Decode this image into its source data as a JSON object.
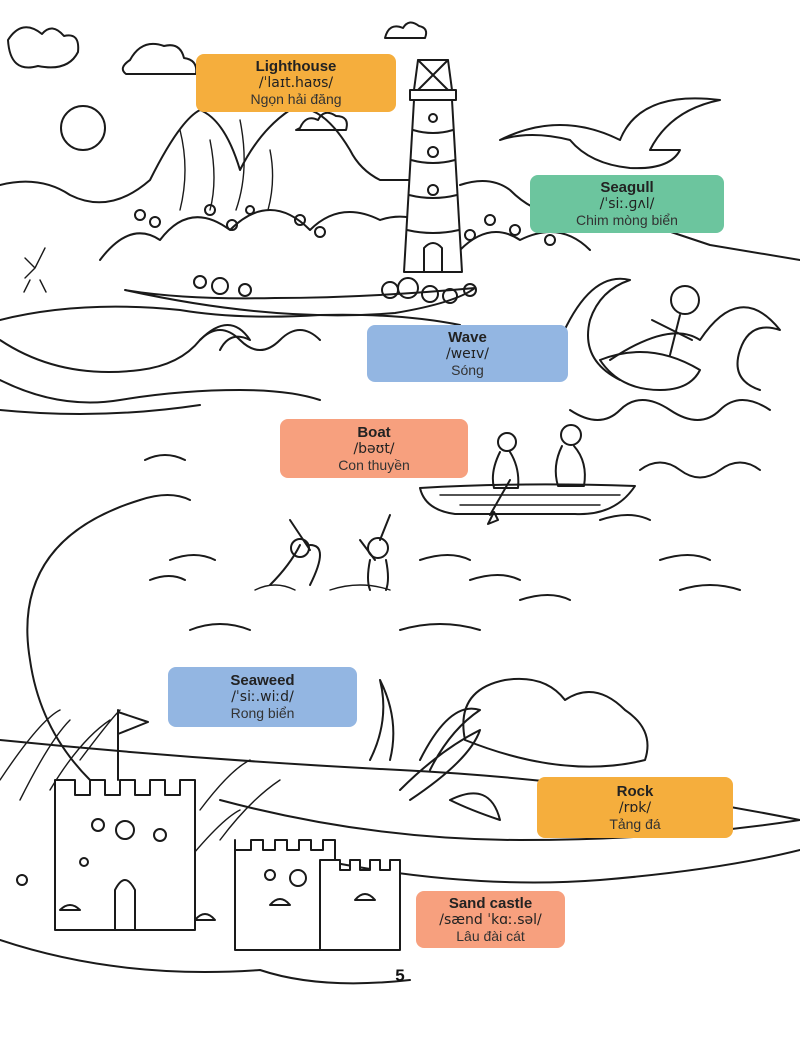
{
  "labels": {
    "lighthouse": {
      "word": "Lighthouse",
      "ipa": "/ˈlaɪt.haʊs/",
      "vi": "Ngọn hải đăng",
      "color": "#F5AE3D"
    },
    "seagull": {
      "word": "Seagull",
      "ipa": "/ˈsiː.ɡʌl/",
      "vi": "Chim mòng biển",
      "color": "#6CC59E"
    },
    "wave": {
      "word": "Wave",
      "ipa": "/weɪv/",
      "vi": "Sóng",
      "color": "#93B6E2"
    },
    "boat": {
      "word": "Boat",
      "ipa": "/bəʊt/",
      "vi": "Con thuyền",
      "color": "#F7A07E"
    },
    "seaweed": {
      "word": "Seaweed",
      "ipa": "/ˈsiː.wiːd/",
      "vi": "Rong biển",
      "color": "#93B6E2"
    },
    "rock": {
      "word": "Rock",
      "ipa": "/rɒk/",
      "vi": "Tảng đá",
      "color": "#F5AE3D"
    },
    "sandcastle": {
      "word": "Sand castle",
      "ipa": "/sænd ˈkɑː.səl/",
      "vi": "Lâu đài cát",
      "color": "#F7A07E"
    }
  },
  "page_number": "5"
}
